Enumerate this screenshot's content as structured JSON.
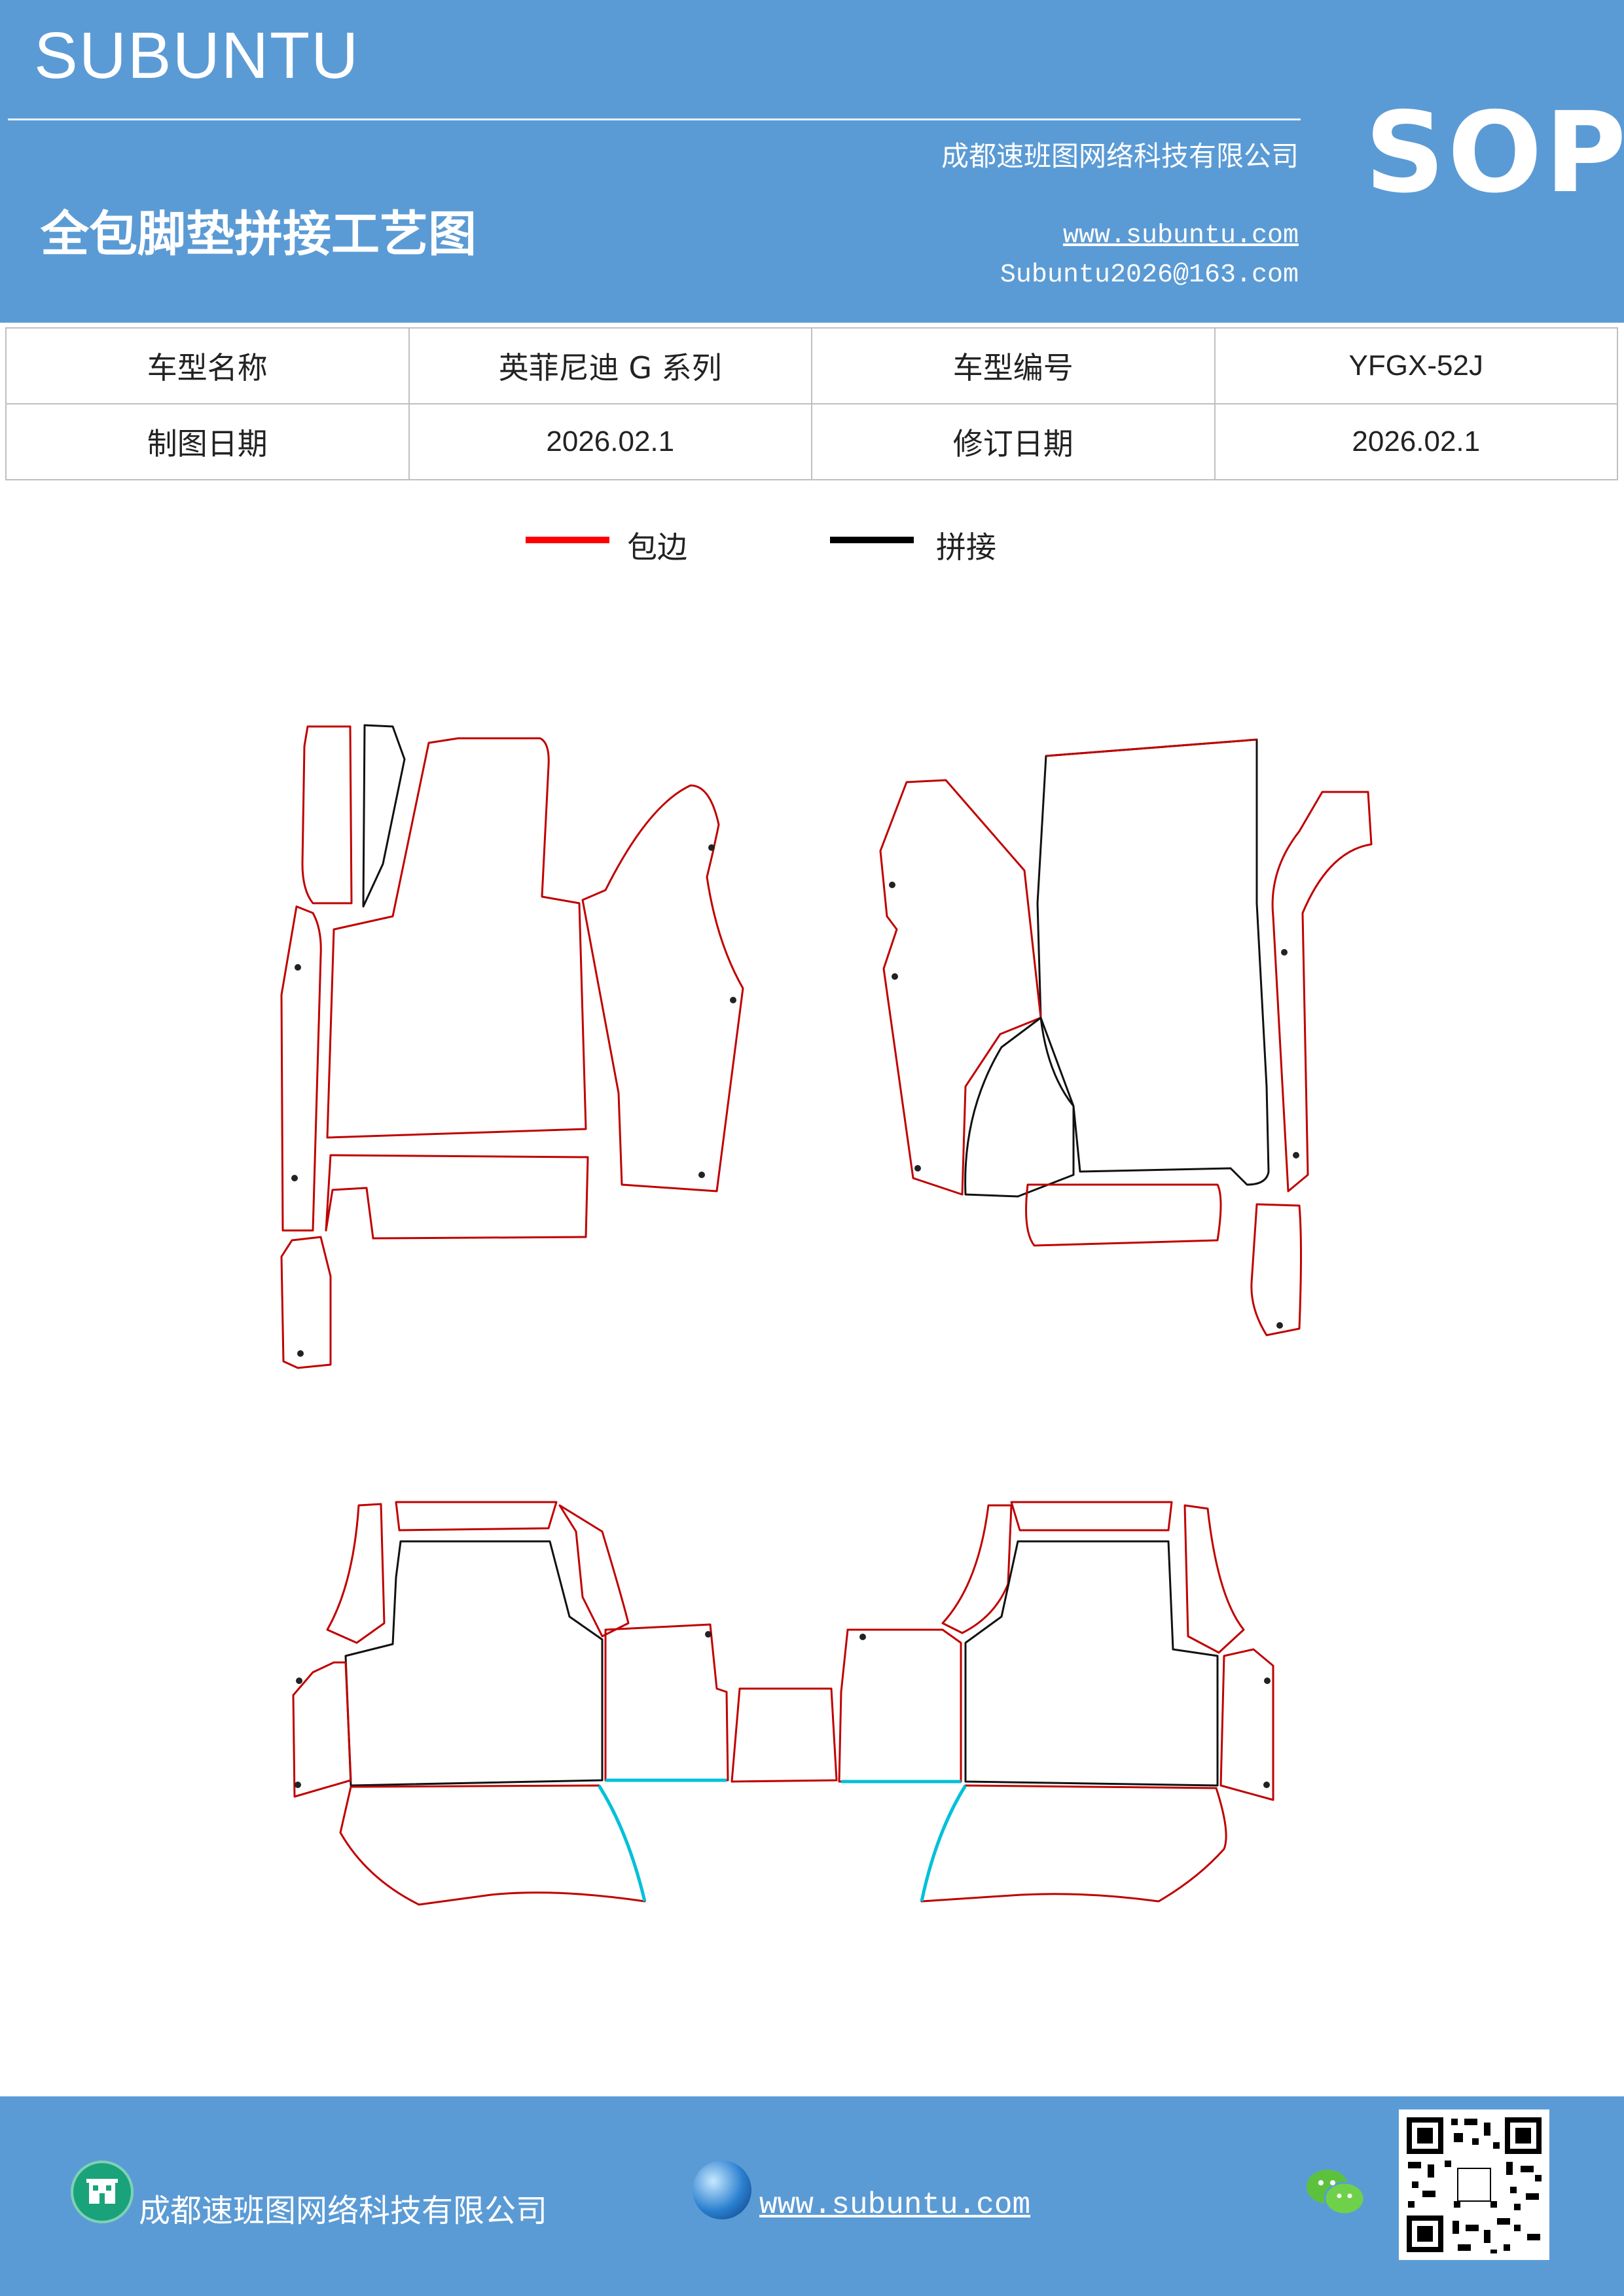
{
  "header": {
    "brand": "SUBUNTU",
    "company": "成都速班图网络科技有限公司",
    "doc_title": "全包脚垫拼接工艺图",
    "website": "www.subuntu.com",
    "email": "Subuntu2026@163.com",
    "sop": "SOP"
  },
  "info_table": {
    "r1": [
      "车型名称",
      "英菲尼迪 G 系列",
      "车型编号",
      "YFGX-52J"
    ],
    "r2": [
      "制图日期",
      "2026.02.1",
      "修订日期",
      "2026.02.1"
    ]
  },
  "legend": [
    {
      "label": "包边",
      "color": "#ff0000"
    },
    {
      "label": "拼接",
      "color": "#000000"
    }
  ],
  "colors": {
    "brand_blue": "#5b9bd5",
    "edge_red": "#c00000",
    "seam_black": "#111111",
    "join_cyan": "#00c0d8"
  },
  "footer": {
    "company": "成都速班图网络科技有限公司",
    "website": "www.subuntu.com ",
    "icons": [
      "building-icon",
      "globe-icon",
      "wechat-icon",
      "qr-code"
    ]
  }
}
